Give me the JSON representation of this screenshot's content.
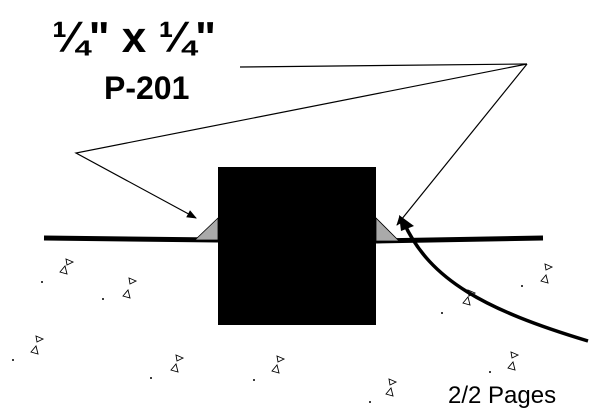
{
  "callout": {
    "size_label": "¼\" x ¼\"",
    "code_label": "P-201"
  },
  "footer": {
    "page_label": "2/2 Pages"
  },
  "colors": {
    "ink": "#000000",
    "block_fill": "#000000",
    "fillet_fill": "#aaaaaa",
    "background": "#ffffff"
  }
}
